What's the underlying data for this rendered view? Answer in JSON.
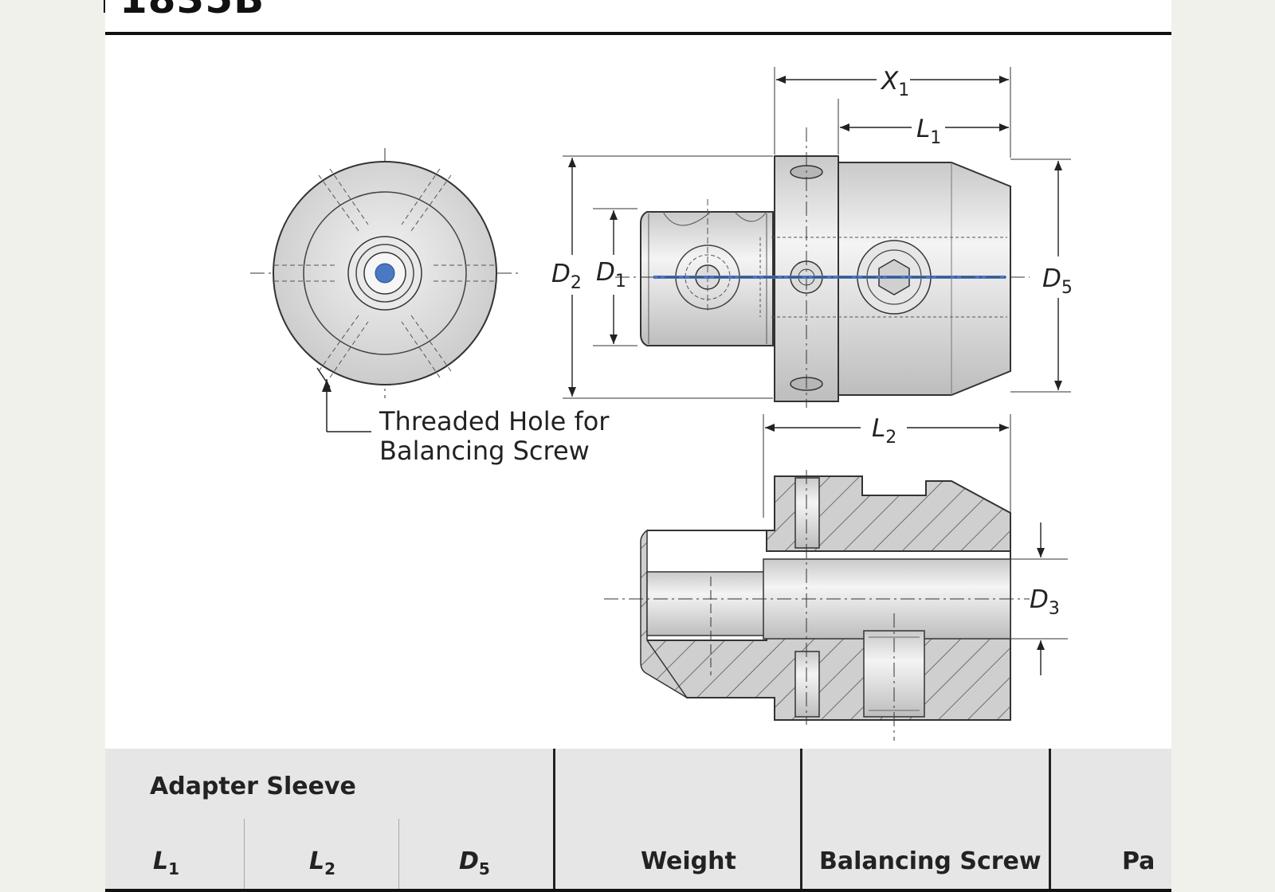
{
  "document": {
    "title": "1835B"
  },
  "drawing": {
    "dimensions": {
      "x1": {
        "symbol": "X",
        "sub": "1"
      },
      "l1": {
        "symbol": "L",
        "sub": "1"
      },
      "l2": {
        "symbol": "L",
        "sub": "2"
      },
      "d1": {
        "symbol": "D",
        "sub": "1"
      },
      "d2": {
        "symbol": "D",
        "sub": "2"
      },
      "d3": {
        "symbol": "D",
        "sub": "3"
      },
      "d5": {
        "symbol": "D",
        "sub": "5"
      }
    },
    "callout": {
      "line1": "Threaded Hole for",
      "line2": "Balancing Screw"
    }
  },
  "table": {
    "group_header": "Adapter Sleeve",
    "columns": [
      {
        "symbol": "L",
        "sub": "1"
      },
      {
        "symbol": "L",
        "sub": "2"
      },
      {
        "symbol": "D",
        "sub": "5"
      }
    ],
    "weight": "Weight",
    "balancing_screw": "Balancing Screw",
    "partial": "Pa"
  },
  "colors": {
    "accent_line": "#4a78c2",
    "sheet": "#ffffff",
    "table_header_bg": "#e6e6e6",
    "part_fill": "#d9d9d9"
  }
}
